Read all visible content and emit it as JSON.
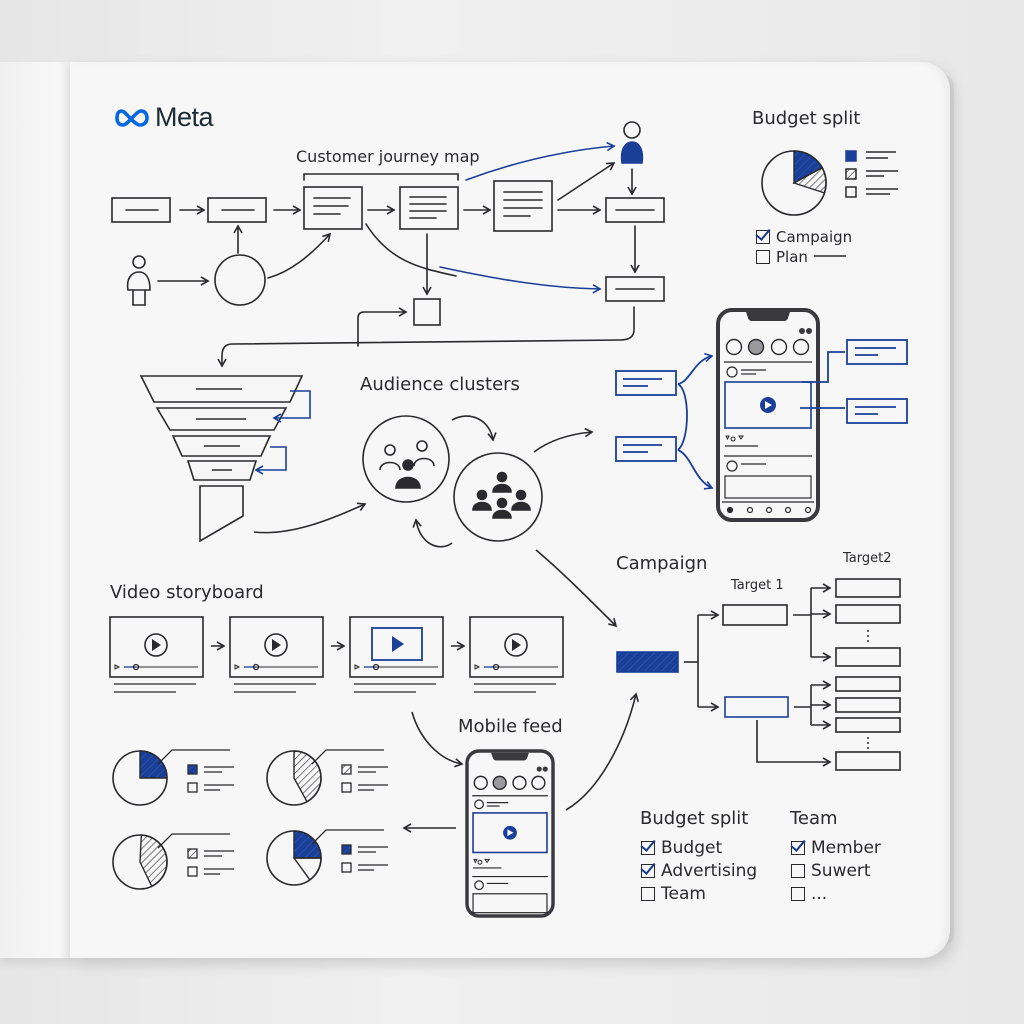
{
  "brand": {
    "logo_icon": "meta-infinity-icon",
    "name": "Meta"
  },
  "colors": {
    "accent_blue": "#1a3f99",
    "ink": "#2a2a2e",
    "paper": "#f7f7f7"
  },
  "sections": {
    "journey": {
      "title": "Customer journey map"
    },
    "budget_top": {
      "title": "Budget split",
      "checklist": [
        {
          "label": "Campaign",
          "checked": true
        },
        {
          "label": "Plan",
          "checked": false
        }
      ]
    },
    "audience": {
      "title": "Audience clusters"
    },
    "storyboard": {
      "title": "Video storyboard",
      "frames": 4,
      "highlighted_frame": 3
    },
    "campaign": {
      "title": "Campaign",
      "target1_label": "Target 1",
      "target2_label": "Target2"
    },
    "mobile_feed": {
      "title": "Mobile feed"
    },
    "budget_bottom": {
      "title": "Budget split",
      "checklist": [
        {
          "label": "Budget",
          "checked": true
        },
        {
          "label": "Advertising",
          "checked": true
        },
        {
          "label": "Team",
          "checked": false
        }
      ]
    },
    "team": {
      "title": "Team",
      "checklist": [
        {
          "label": "Member",
          "checked": true
        },
        {
          "label": "Suwert",
          "checked": false
        },
        {
          "label": "...",
          "checked": false
        }
      ]
    }
  },
  "chart_data": [
    {
      "type": "pie",
      "title": "Budget split",
      "values": [
        0.17,
        0.13,
        0.7
      ],
      "styles": [
        "blue",
        "hatched",
        "empty"
      ]
    },
    {
      "type": "pie",
      "title": "",
      "values": [
        0.25,
        0.75
      ],
      "styles": [
        "blue",
        "empty"
      ]
    },
    {
      "type": "pie",
      "title": "",
      "values": [
        0.42,
        0.58
      ],
      "styles": [
        "hatched",
        "empty"
      ]
    },
    {
      "type": "pie",
      "title": "",
      "values": [
        0.42,
        0.58
      ],
      "styles": [
        "hatched",
        "empty"
      ]
    },
    {
      "type": "pie",
      "title": "",
      "values": [
        0.25,
        0.15,
        0.6
      ],
      "styles": [
        "blue",
        "empty",
        "empty"
      ]
    }
  ]
}
